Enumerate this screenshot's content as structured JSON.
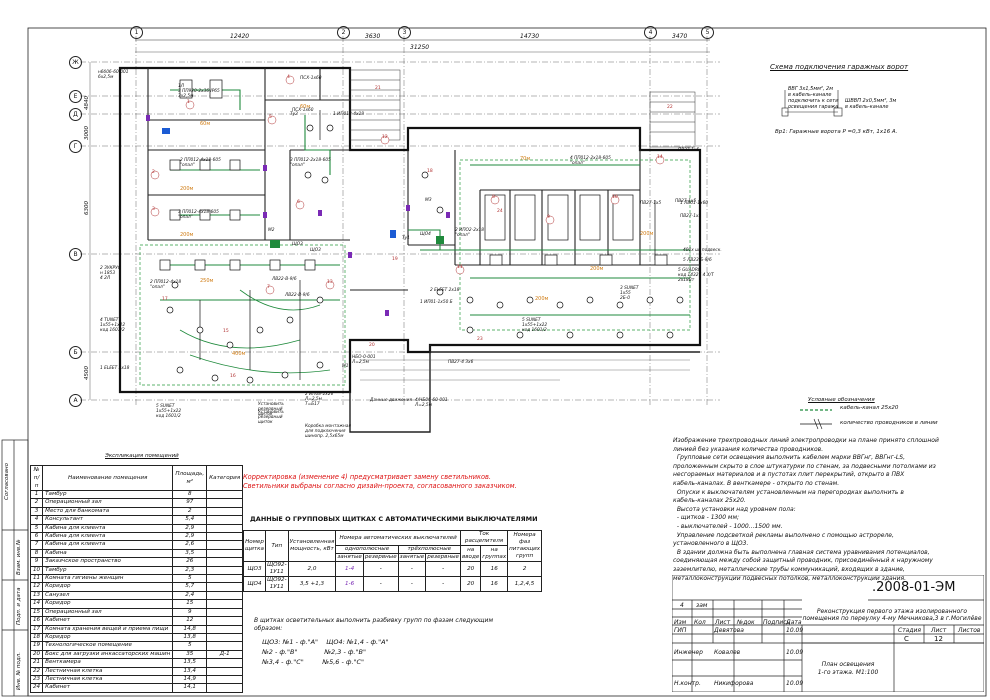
{
  "drawing": {
    "top_dims": [
      "12420",
      "3630",
      "14730",
      "3470"
    ],
    "overall_dim": "31250",
    "axis_numbers": [
      "1",
      "2",
      "3",
      "4",
      "5"
    ],
    "axis_letters": [
      "Ж",
      "Е",
      "Д",
      "Г",
      "В",
      "Б",
      "А"
    ],
    "left_dims": [
      "4840",
      "3000",
      "6300",
      "4500"
    ],
    "room_numbers": [
      "1",
      "2",
      "3",
      "4",
      "5",
      "6",
      "7",
      "8",
      "9",
      "10",
      "11",
      "12",
      "13",
      "14",
      "15",
      "16",
      "17",
      "18",
      "19",
      "20",
      "21",
      "22",
      "23",
      "24"
    ],
    "labels": {
      "p1": "н6б06-60-001\n6х2,5м",
      "p2": "1Л\n3 ПП920-2х36 IP65\nЗх2,5м",
      "p3": "ПСХ-1х60",
      "p4": "ПСХ-1х60",
      "p5": "2 ПП012-4х18-605\n\"опал\"",
      "p6": "3 ПП012-4х18-605\n\"опал\"",
      "p7": "3 ПП012-2х18-605\n\"опал\"",
      "p8": "4 ПП012-2х18-605\n\"опал\"",
      "p9": "2 ЗУКРУС\nн 1853\n4 2Л",
      "p10": "2 ПП012-4х18\n\"опал\"",
      "p11": "4 TUNET\n1х55+1х22\nкод 1601/2",
      "p12": "1 ELEET 2х18",
      "p13": "5 SUNET\n1х55+1х22\nкод 1601/2",
      "p14": "5 SUNET\n1х55+1х22\nкод 1601/2",
      "p15": "2 ELEET 2х18",
      "p16": "5 GUADRO\nкод 14327 4 Х/Т\n2х18Вт",
      "p17": "Данные движения",
      "p18": "4/НБ06-60-001\nЛ=2,5м",
      "p19": "Установить\nрезервный\nщиток",
      "p20": "Коробка монтажная\nдля подключения\nшинопр. 2,5х65м",
      "p21": "Установить\nрезервный\nщиток",
      "p22": "НБО-0-001\nЛ=2,5м",
      "p23": "400х ш. подвеск.",
      "p24": "5 ЛВ23-Б-9/6",
      "p25": "3 SUNET\n1х55\n2Б-0",
      "p26": "ЩО3",
      "p27": "ЩО4",
      "p28": "МЗ",
      "p29": "М2",
      "p30": "М1",
      "p31": "ЛВ22-В-9/6",
      "p32": "ЛВ22-В-9/6",
      "p33": "ПВ27-4 Зх6",
      "p34": "1 ИП018-4х18",
      "p35": "1 ИП01-1х50 Б",
      "p36": "Ту2",
      "p37": "2 ИП08-2х26\nЛ=2,5м\nТ=Б17",
      "p38": "Ту1",
      "p39": "2 ИПО2-2х18\n\"опал\"",
      "p40": "ЩО3",
      "p41": "1 ЛБ01-1х60",
      "p42": "ПВ27-1х5",
      "p43": "ПВ27-1х5",
      "p44": "ПВ27-1х5",
      "p45": "ПВ27-1х5"
    },
    "gate_title": "Схема подключения гаражных ворот",
    "gate_cable1": "ВВГ 3х1,5мм², 2м\nв кабель-канале\nподключить к сети\nосвещения гаража",
    "gate_cable2": "ШВВП 2х0,5мм², 3м\nв кабель-канале",
    "gate_note": "Вр1: Гаражные ворота  Р =0,3 кВт, 1х16 А.",
    "legend_title": "Условные обозначения",
    "legend_1": "кабель-канал 25х20",
    "legend_2": "количество проводников в линии"
  },
  "rooms": {
    "caption": "Экспликация помещений",
    "headers": [
      "№ п/п",
      "Наименование помещения",
      "Площадь, м²",
      "Категория"
    ],
    "rows": [
      [
        "1",
        "Тамбур",
        "8",
        ""
      ],
      [
        "2",
        "Операционный зал",
        "97",
        ""
      ],
      [
        "3",
        "Место для банкомата",
        "2",
        ""
      ],
      [
        "4",
        "Консультант",
        "5,4",
        ""
      ],
      [
        "5",
        "Кабина для клиента",
        "2,9",
        ""
      ],
      [
        "6",
        "Кабина для клиента",
        "2,9",
        ""
      ],
      [
        "7",
        "Кабина для клиента",
        "2,6",
        ""
      ],
      [
        "8",
        "Кабина",
        "3,5",
        ""
      ],
      [
        "9",
        "Заказчское пространство",
        "26",
        ""
      ],
      [
        "10",
        "Тамбур",
        "2,3",
        ""
      ],
      [
        "11",
        "Комната гигиены женщин",
        "5",
        ""
      ],
      [
        "12",
        "Коридор",
        "5,7",
        ""
      ],
      [
        "13",
        "Санузел",
        "2,4",
        ""
      ],
      [
        "14",
        "Коридор",
        "15",
        ""
      ],
      [
        "15",
        "Операционный зал",
        "9",
        ""
      ],
      [
        "16",
        "Кабинет",
        "12",
        ""
      ],
      [
        "17",
        "Комната хранения вещей и приема пищи",
        "14,8",
        ""
      ],
      [
        "18",
        "Коридор",
        "13,8",
        ""
      ],
      [
        "19",
        "Технологическое помещение",
        "5",
        ""
      ],
      [
        "20",
        "Бокс для загрузки инкассаторских машин",
        "35",
        "Д-1"
      ],
      [
        "21",
        "Венткамера",
        "13,5",
        ""
      ],
      [
        "22",
        "Лестничная клетка",
        "13,4",
        ""
      ],
      [
        "23",
        "Лестничная клетка",
        "14,9",
        ""
      ],
      [
        "24",
        "Кабинет",
        "14,1",
        ""
      ]
    ]
  },
  "correction": "Корректировка (изменение 4) предусматривает замену светильников.\nСветильники выбраны согласно дизайн-проекта, согласованного заказчиком.",
  "panels": {
    "title": "ДАННЫЕ О ГРУППОВЫХ ЩИТКАХ С АВТОМАТИЧЕСКИМИ ВЫКЛЮЧАТЕЛЯМИ",
    "h_num": "Номер щитка",
    "h_type": "Тип",
    "h_power": "Установленная мощность, кВт",
    "h_breakers": "Номера автоматических выключателей",
    "h_single": "однополюсные",
    "h_triple": "трёхполюсные",
    "h_busy": "занятые",
    "h_reserve": "резервные",
    "h_in": "Ток расцепителя",
    "h_in_input": "на вводе",
    "h_in_group": "на группах",
    "h_phases": "Номера фаз питающих групп",
    "rows": [
      {
        "num": "ЩО3",
        "type": "ЩО92-1У11",
        "power": "2,0",
        "busy": "1-4",
        "reserve": "-",
        "tbusy": "-",
        "treserve": "-",
        "in": "20",
        "grp": "16",
        "phase": "2"
      },
      {
        "num": "ЩО4",
        "type": "ЩО92-1У11",
        "power": "3,5 +1,3",
        "busy": "1-6",
        "reserve": "-",
        "tbusy": "-",
        "treserve": "-",
        "in": "20",
        "grp": "16",
        "phase": "1,2,4,5"
      }
    ]
  },
  "phase_note": "В щитках осветительных выполнить разбивку групп по фазам следующим образом:",
  "phase_lines": [
    "ЩО3: №1 - ф.\"А\"    ЩО4: №1,4 - ф.\"А\"",
    "№2 - ф.\"В\"             №2,3 - ф.\"В\"",
    "№3,4 - ф.\"С\"         №5,6 - ф.\"С\""
  ],
  "notes": [
    "Изображение трехпроводных линий электропроводки на плане принято сплошной",
    "линией без указания количества проводников.",
    "  Групповые сети освещения выполнить кабелем марки ВВГнг, ВВГнг-LS,",
    "проложенным скрыто в слое штукатурки по стенам, за подвесными потолками из",
    "несгораемых материалов и в пустотах плит перекрытий, открыто в ПВХ",
    "кабель-каналах. В венткамере - открыто по стенам.",
    "  Опуски к выключателям установленным на перегородках выполнить в",
    "кабель-каналах 25х20.",
    "  Высота установки над уровнем пола:",
    "  - щитков - 1300 мм;",
    "  - выключателей - 1000...1500 мм.",
    "  Управление подсветкой рекламы выполнено с помощью астрореле,",
    "установленного в ЩО3.",
    "  В здании должна быть выполнена главная система уравнивания потенциалов,",
    "соединяющая между собой защитный проводник, присоединённый к наружному",
    "заземлителю, металлические трубы коммуникаций, входящих в здание,",
    "металлоконструкции подвесных потолков, металлоконструкции здания."
  ],
  "stamp": {
    "code": ".2008-01-ЭМ",
    "project": "Реконструкция первого этажа изолированного\nпомещения по переулку 4-му Мечникова,3 в г.Могилёве",
    "rev": "4",
    "rev_word": "зам",
    "h_change": "Изм",
    "h_count": "Кол",
    "h_sheet": "Лист",
    "h_doc": "№док",
    "h_sign": "Подпись",
    "h_date": "Дата",
    "role1": "ГИП",
    "name1": "Девятова",
    "date1": "10.09",
    "role2": "Инженер",
    "name2": "Ковалев",
    "date2": "10.09",
    "role3": "Н.контр.",
    "name3": "Никифорова",
    "date3": "10.09",
    "h_stage": "Стадия",
    "h_list": "Лист",
    "h_lists": "Листов",
    "stage": "С",
    "list": "12",
    "lists": "",
    "title": "План освещения\n1-го этажа. М1:100",
    "side_labels": [
      "Согласовано",
      "Взам. инв.№",
      "Подп. и дата",
      "Инв. № подл."
    ]
  }
}
